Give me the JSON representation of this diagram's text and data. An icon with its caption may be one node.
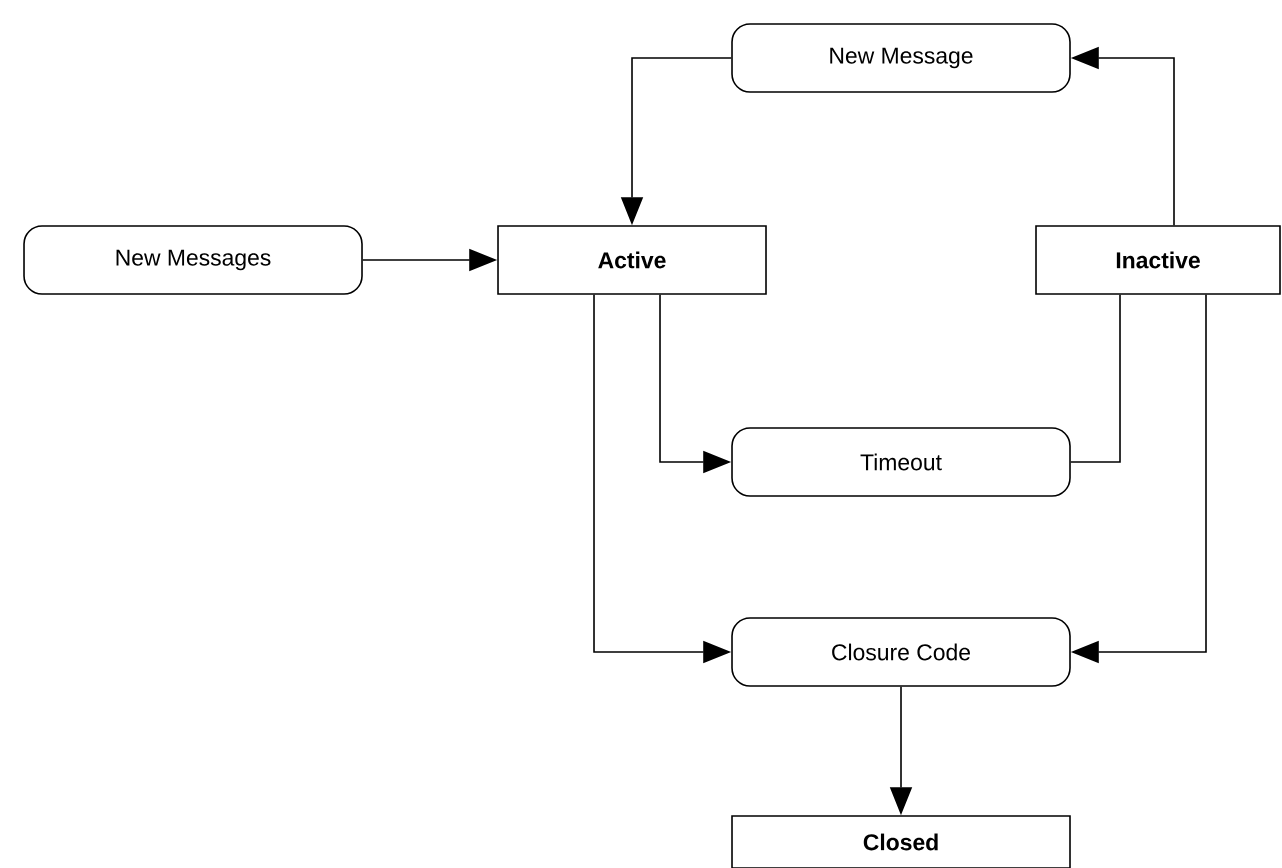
{
  "diagram": {
    "nodes": [
      {
        "text": [
          "New Messages"
        ]
      },
      {
        "text": [
          "Active"
        ]
      },
      {
        "text": [
          "New Message"
        ]
      },
      {
        "text": [
          "Inactive"
        ]
      },
      {
        "text": [
          "Timeout"
        ]
      },
      {
        "text": [
          "Closure Code"
        ]
      },
      {
        "text": [
          "Closed"
        ]
      }
    ],
    "edges": [
      {
        "from": 0,
        "to": 1,
        "arrow": "to"
      },
      {
        "from": 2,
        "to": 1,
        "arrow": "to"
      },
      {
        "from": 3,
        "to": 2,
        "arrow": "to"
      },
      {
        "from": 1,
        "to": 4,
        "arrow": "to"
      },
      {
        "from": 4,
        "to": 3,
        "arrow": "none"
      },
      {
        "from": 1,
        "to": 5,
        "arrow": "to"
      },
      {
        "from": 3,
        "to": 5,
        "arrow": "to"
      },
      {
        "from": 5,
        "to": 6,
        "arrow": "to"
      }
    ]
  }
}
